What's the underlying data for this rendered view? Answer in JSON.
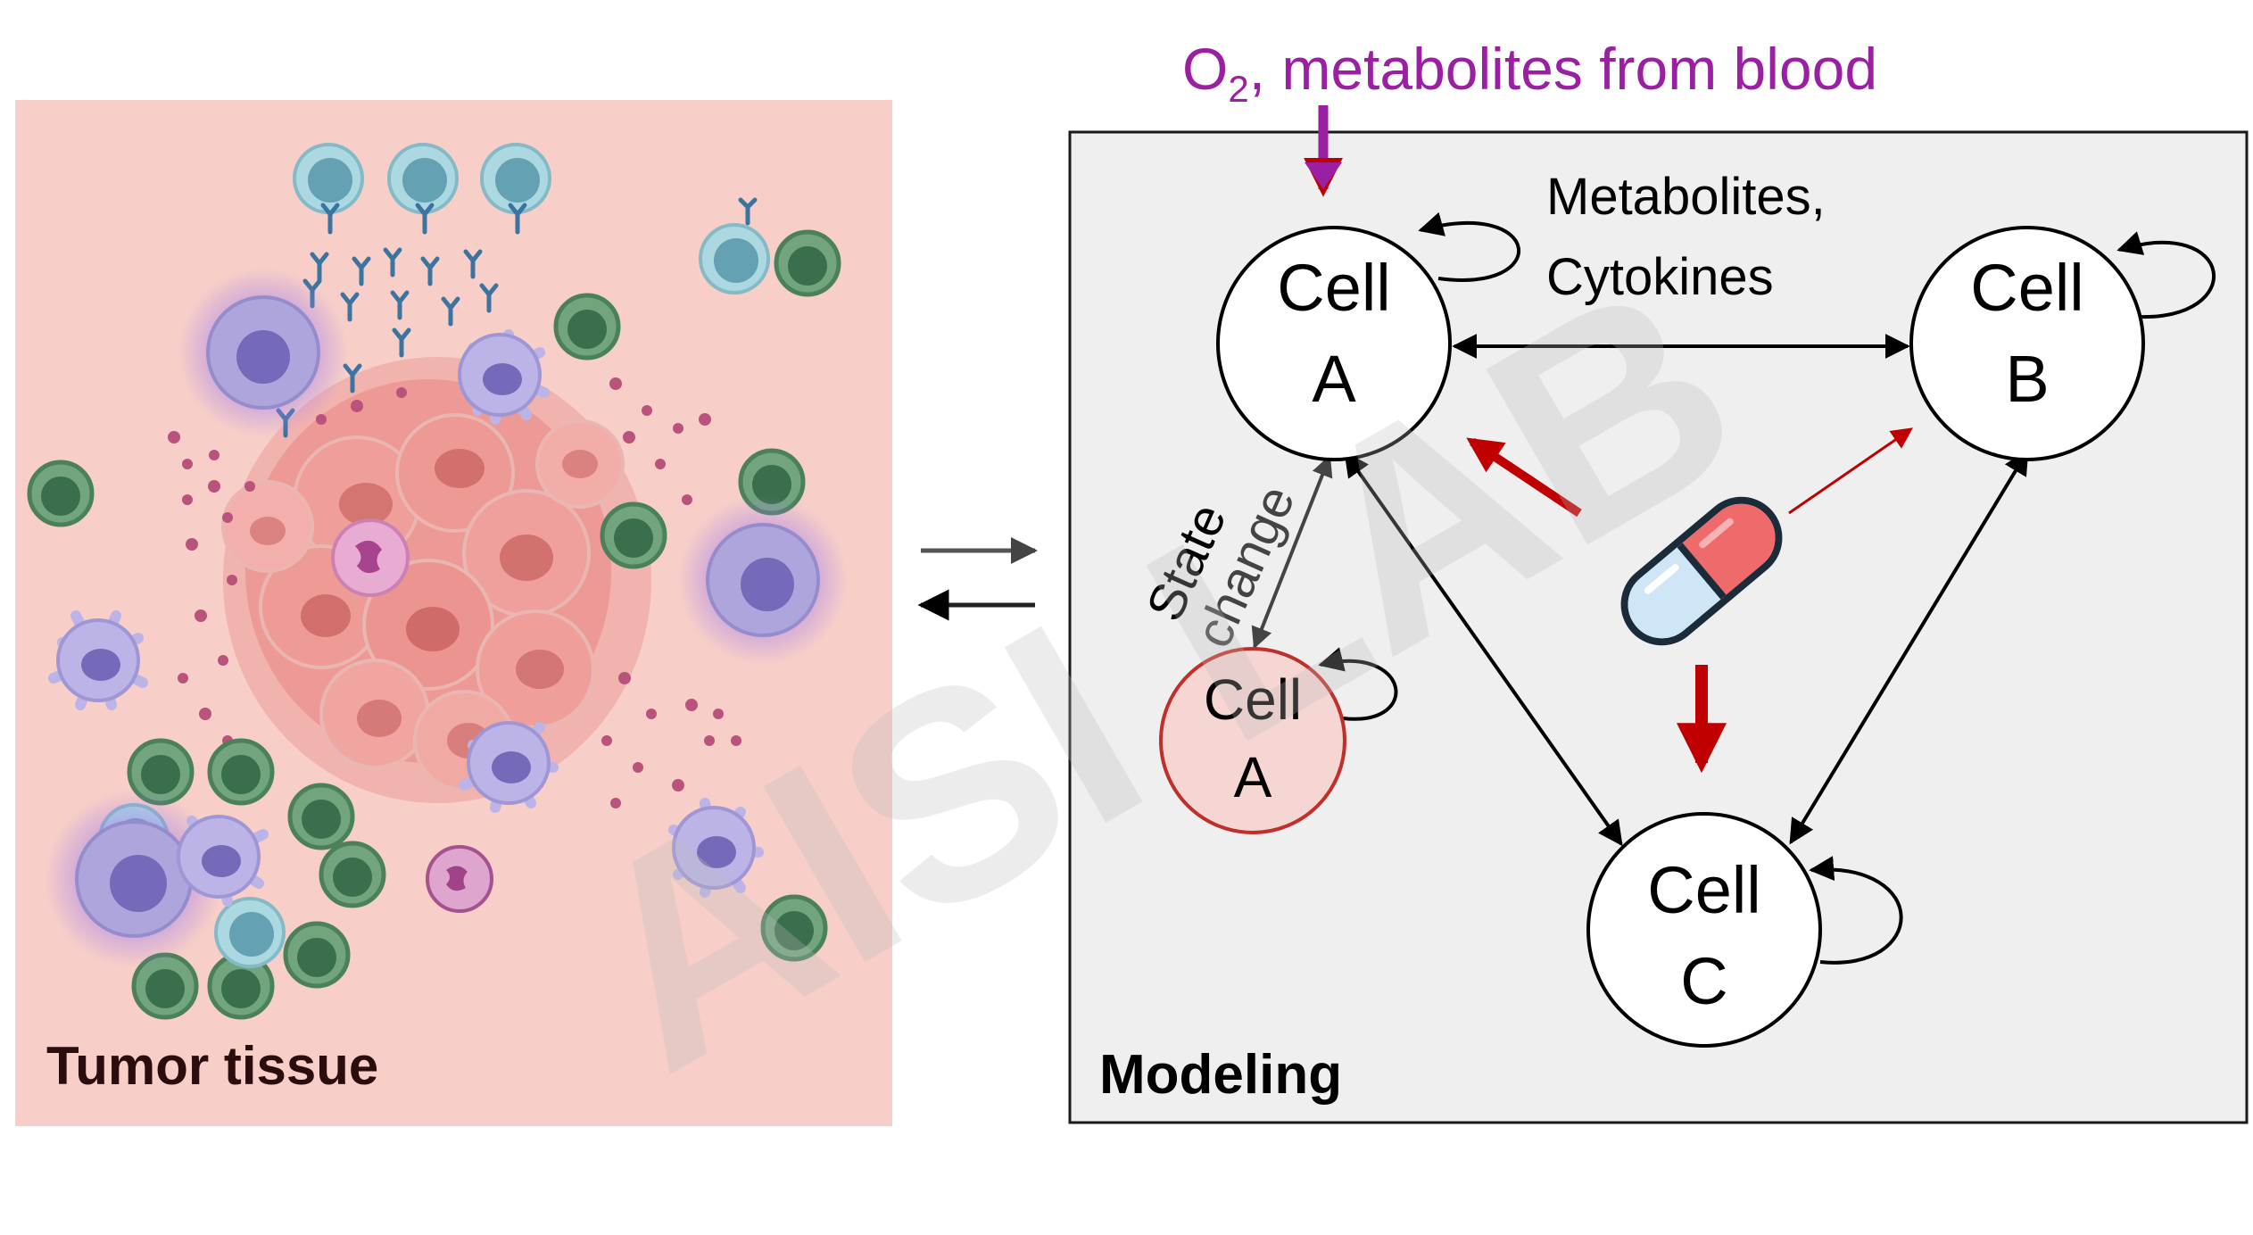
{
  "tumor": {
    "label": "Tumor tissue"
  },
  "modeling": {
    "label": "Modeling",
    "input": {
      "o_prefix": "O",
      "o_subscript": "2",
      "suffix": ", metabolites from blood"
    },
    "edge_label_line1": "Metabolites,",
    "edge_label_line2": "Cytokines",
    "state_change_line1": "State",
    "state_change_line2": "change",
    "cells": [
      {
        "line1": "Cell",
        "line2": "A"
      },
      {
        "line1": "Cell",
        "line2": "B"
      },
      {
        "line1": "Cell",
        "line2": "C"
      },
      {
        "line1": "Cell",
        "line2": "A"
      }
    ]
  },
  "watermark": "AISI LAB",
  "colors": {
    "tissue_bg": "#f7cfc8",
    "panel_bg": "#efefef",
    "input_purple": "#9b1fa3",
    "drug_red": "#c00000",
    "changed_cell_fill": "#f6d6d2",
    "changed_cell_stroke": "#c0302a"
  }
}
